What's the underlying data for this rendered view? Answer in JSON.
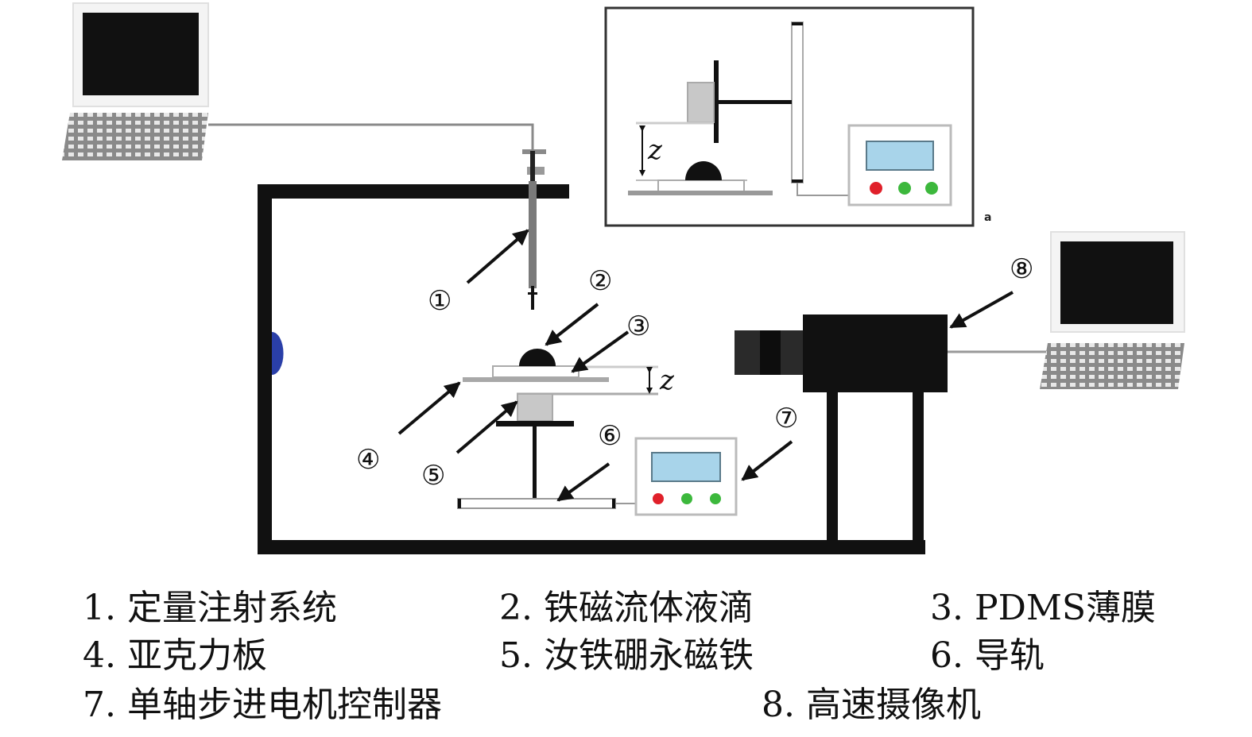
{
  "figure": {
    "callouts": [
      {
        "id": 1,
        "symbol": "①"
      },
      {
        "id": 2,
        "symbol": "②"
      },
      {
        "id": 3,
        "symbol": "③"
      },
      {
        "id": 4,
        "symbol": "④"
      },
      {
        "id": 5,
        "symbol": "⑤"
      },
      {
        "id": 6,
        "symbol": "⑥"
      },
      {
        "id": 7,
        "symbol": "⑦"
      },
      {
        "id": 8,
        "symbol": "⑧"
      }
    ],
    "gap_label": "z",
    "inset_gap_label": "z",
    "inset_marker": "a",
    "colors": {
      "frame": "#111111",
      "screen": "#111111",
      "lcd": "#a8d4ea",
      "button_red": "#e0202a",
      "button_green": "#3cb83c",
      "magnet": "#c8c8c8",
      "rail": "#9a9a9a",
      "blue_marker": "#2a3fa8"
    }
  },
  "legend": {
    "items": [
      {
        "num": "1.",
        "text": "定量注射系统"
      },
      {
        "num": "2.",
        "text": "铁磁流体液滴"
      },
      {
        "num": "3.",
        "text": "PDMS薄膜"
      },
      {
        "num": "4.",
        "text": "亚克力板"
      },
      {
        "num": "5.",
        "text": "汝铁硼永磁铁"
      },
      {
        "num": "6.",
        "text": "导轨"
      },
      {
        "num": "7.",
        "text": "单轴步进电机控制器"
      },
      {
        "num": "8.",
        "text": "高速摄像机"
      }
    ]
  }
}
